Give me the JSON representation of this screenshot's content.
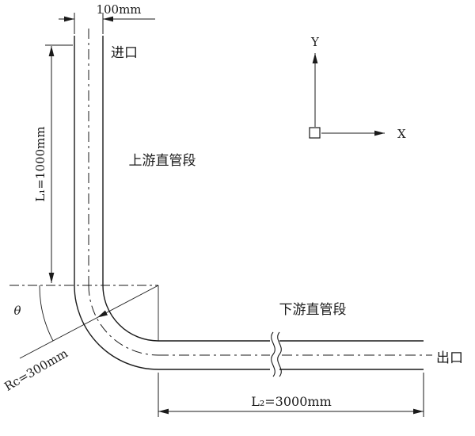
{
  "diagram": {
    "dimensions": {
      "pipe_width": "100mm",
      "upstream_length": "L₁=1000mm",
      "downstream_length": "L₂=3000mm",
      "bend_radius": "Rc=300mm",
      "bend_angle": "θ"
    },
    "labels": {
      "inlet": "进口",
      "upstream_section": "上游直管段",
      "downstream_section": "下游直管段",
      "outlet": "出口"
    },
    "axes": {
      "x": "X",
      "y": "Y"
    }
  },
  "colors": {
    "line": "#1a1a1a",
    "background": "#ffffff"
  }
}
